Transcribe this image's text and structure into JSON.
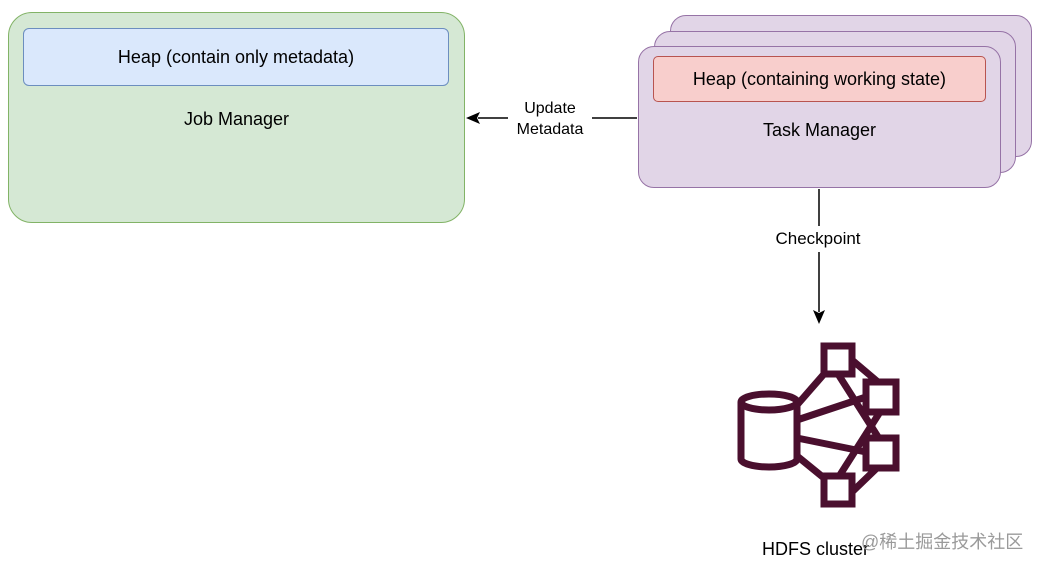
{
  "job_manager": {
    "heap_label": "Heap (contain only metadata)",
    "title": "Job Manager"
  },
  "task_manager": {
    "heap_label": "Heap (containing working state)",
    "title": "Task Manager"
  },
  "edges": {
    "update_line1": "Update",
    "update_line2": "Metadata",
    "checkpoint": "Checkpoint"
  },
  "storage": {
    "label": "HDFS cluster",
    "icon": "hdfs-cluster-icon"
  },
  "watermark": "@稀土掘金技术社区",
  "colors": {
    "job_manager_fill": "#d5e8d4",
    "job_manager_stroke": "#82b366",
    "job_heap_fill": "#dae8fc",
    "job_heap_stroke": "#6c8ebf",
    "task_manager_fill": "#e1d5e7",
    "task_manager_stroke": "#9673a6",
    "task_heap_fill": "#f8cecc",
    "task_heap_stroke": "#b85450",
    "hdfs_icon": "#4a0f2e"
  }
}
